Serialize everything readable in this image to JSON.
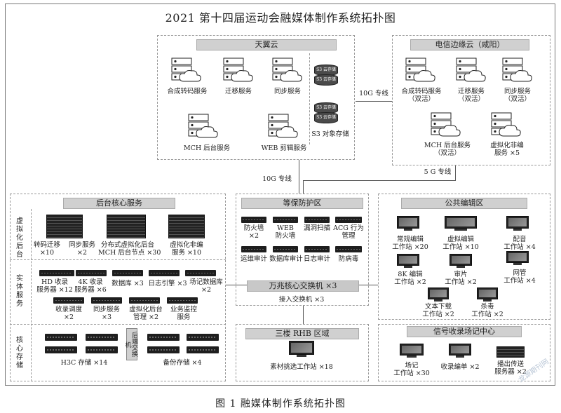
{
  "title": "2021 第十四届运动会融媒体制作系统拓扑图",
  "caption": "图 1   融媒体制作系统拓扑图",
  "watermark": "龙源期刊网",
  "tianyi": {
    "header": "天翼云",
    "services": [
      "合成转码服务",
      "迁移服务",
      "同步服务",
      "MCH 后台服务",
      "WEB 剪辑服务"
    ],
    "s3_disks": [
      "S3 云存储",
      "S3 云存储",
      "S3 云存储",
      "S3 云存储"
    ],
    "s3_label": "S3 对象存储"
  },
  "edge": {
    "header": "电信边缘云（咸阳）",
    "services": [
      {
        "l1": "合成转码服务",
        "l2": "（双活）"
      },
      {
        "l1": "迁移服务",
        "l2": "（双活）"
      },
      {
        "l1": "同步服务",
        "l2": "（双活）"
      },
      {
        "l1": "MCH 后台服务",
        "l2": "（双活）"
      },
      {
        "l1": "虚拟化非编",
        "l2": "服务 ×5"
      }
    ]
  },
  "links": {
    "cloud_link": "10G 专线",
    "tianyi_link": "10G 专线",
    "edge_link": "5 G 专线"
  },
  "core": {
    "header": "后台核心服务",
    "row1_label": "虚拟化后台",
    "row2_label": "实体服务",
    "row3_label": "核心存储",
    "virt": [
      {
        "l1": "转码迁移",
        "l2": "×10"
      },
      {
        "l1": "同步服务",
        "l2": "×2"
      },
      {
        "l1": "分布式虚拟化后台",
        "l2": "MCH 后台节点 ×30"
      },
      {
        "l1": "虚拟化非编",
        "l2": "服务 ×10"
      }
    ],
    "entity_top": [
      {
        "l1": "HD 收录",
        "l2": "服务器 ×12"
      },
      {
        "l1": "4K 收录",
        "l2": "服务器 ×6"
      },
      {
        "l1": "数据库 ×3",
        "l2": ""
      },
      {
        "l1": "日志引擎 ×3",
        "l2": ""
      },
      {
        "l1": "场记数据库",
        "l2": "×2"
      }
    ],
    "entity_bottom": [
      {
        "l1": "收录调度",
        "l2": "×2"
      },
      {
        "l1": "同步服务",
        "l2": "×3"
      },
      {
        "l1": "虚拟化后台",
        "l2": "管理 ×2"
      },
      {
        "l1": "业务监控",
        "l2": "服务"
      }
    ],
    "storage_switch": "后端交换机",
    "h3c": "H3C 存储 ×14",
    "backup": "备份存储 ×4"
  },
  "dengbao": {
    "header": "等保防护区",
    "devices": [
      {
        "l1": "防火墙",
        "l2": "×2"
      },
      {
        "l1": "WEB",
        "l2": "防火墙"
      },
      {
        "l1": "漏洞扫描",
        "l2": ""
      },
      {
        "l1": "ACG 行为",
        "l2": "管理"
      },
      {
        "l1": "运维审计",
        "l2": ""
      },
      {
        "l1": "数据库审计",
        "l2": ""
      },
      {
        "l1": "日志审计",
        "l2": ""
      },
      {
        "l1": "防病毒",
        "l2": ""
      }
    ],
    "core_switch": "万兆核心交换机 ×3",
    "access_switch": "接入交换机 ×3"
  },
  "rhb": {
    "header": "三楼 RHB 区域",
    "station": "素材挑选工作站 ×18"
  },
  "edit": {
    "header": "公共编辑区",
    "stations": [
      {
        "l1": "常规编辑",
        "l2": "工作站 ×20"
      },
      {
        "l1": "虚拟编辑",
        "l2": "工作站 ×10"
      },
      {
        "l1": "配音",
        "l2": "工作站 ×4"
      },
      {
        "l1": "8K 编辑",
        "l2": "工作站 ×2"
      },
      {
        "l1": "审片",
        "l2": "工作站 ×2"
      },
      {
        "l1": "网管",
        "l2": "工作站 ×4"
      },
      {
        "l1": "文本下载",
        "l2": "工作站 ×2"
      },
      {
        "l1": "杀毒",
        "l2": "工作站 ×2"
      }
    ]
  },
  "signal": {
    "header": "信号收录场记中心",
    "stations": [
      {
        "l1": "场记",
        "l2": "工作站 ×30"
      },
      {
        "l1": "收录编单 ×2",
        "l2": ""
      },
      {
        "l1": "播出传送",
        "l2": "服务器 ×2"
      }
    ]
  }
}
